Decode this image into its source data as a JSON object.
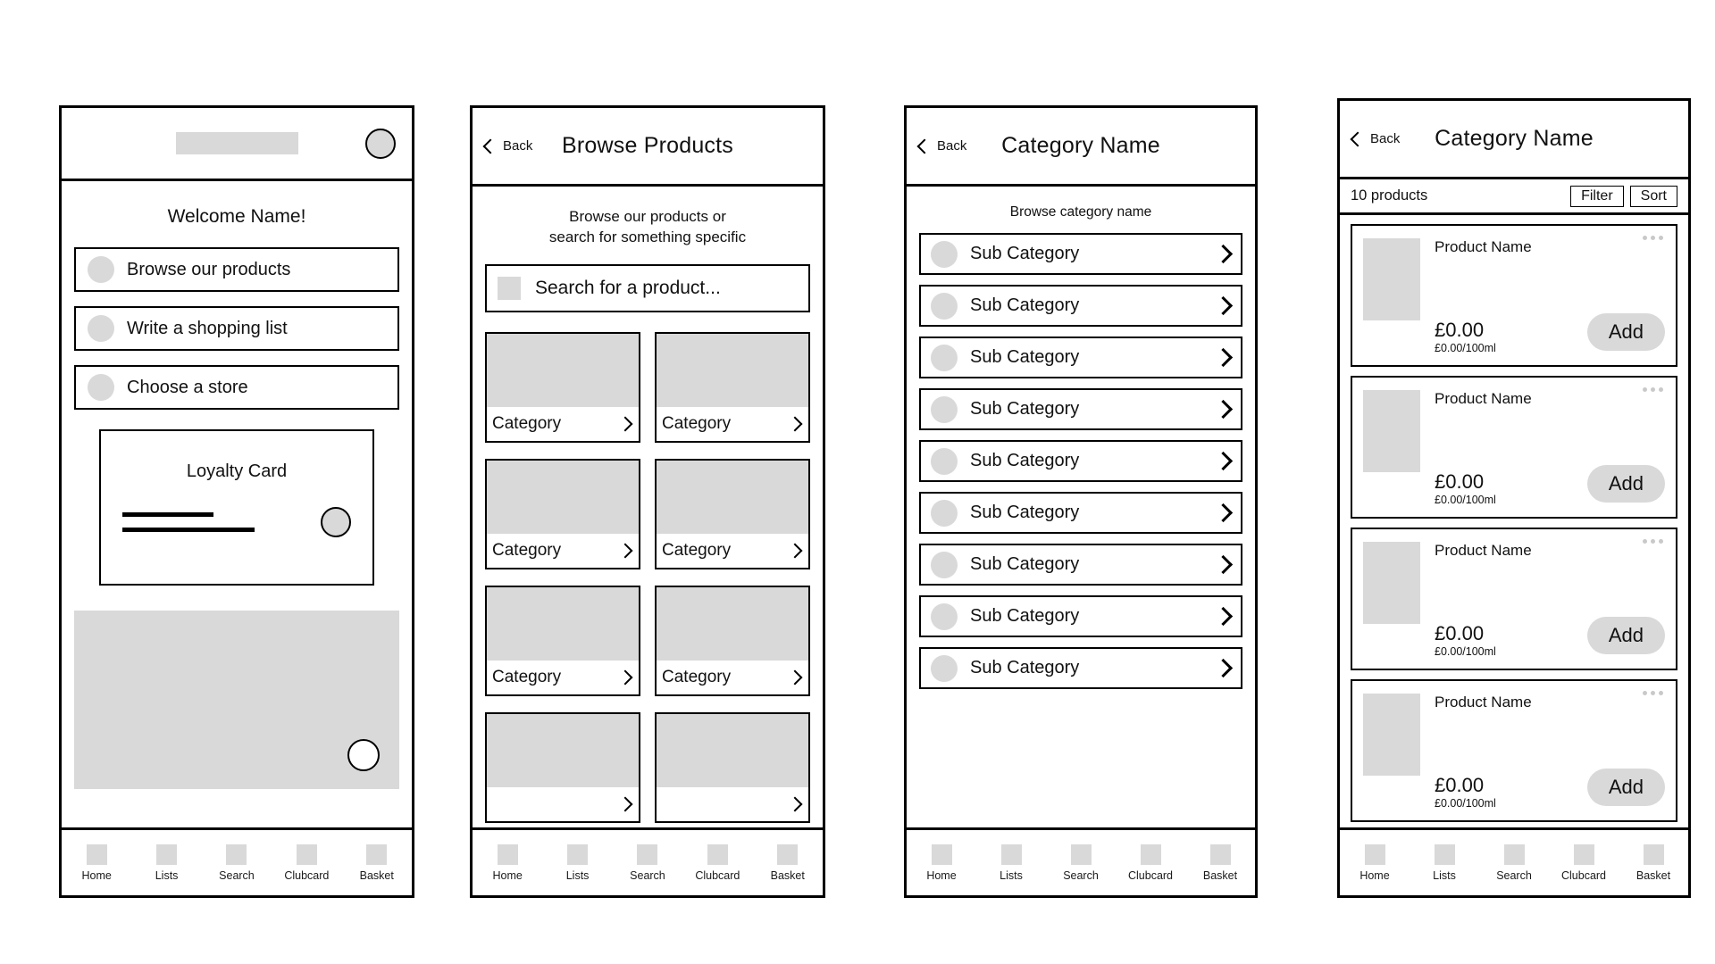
{
  "nav": {
    "items": [
      {
        "label": "Home",
        "icon": "home-icon"
      },
      {
        "label": "Lists",
        "icon": "lists-icon"
      },
      {
        "label": "Search",
        "icon": "search-icon"
      },
      {
        "label": "Clubcard",
        "icon": "clubcard-icon"
      },
      {
        "label": "Basket",
        "icon": "basket-icon"
      }
    ]
  },
  "screen1": {
    "logo_placeholder": "brand-logo-placeholder",
    "avatar_icon": "account-avatar-icon",
    "welcome": "Welcome Name!",
    "menu": [
      {
        "label": "Browse our products",
        "icon": "browse-icon"
      },
      {
        "label": "Write a shopping list",
        "icon": "list-icon"
      },
      {
        "label": "Choose a store",
        "icon": "store-icon"
      }
    ],
    "loyalty": {
      "title": "Loyalty Card",
      "circle_icon": "loyalty-circle-icon"
    },
    "promo": {
      "circle_icon": "promo-circle-icon"
    }
  },
  "screen2": {
    "back_label": "Back",
    "title": "Browse Products",
    "subtitle_line1": "Browse our products or",
    "subtitle_line2": "search for something specific",
    "search": {
      "placeholder": "Search for a product...",
      "icon": "search-icon"
    },
    "tiles": [
      {
        "label": "Category"
      },
      {
        "label": "Category"
      },
      {
        "label": "Category"
      },
      {
        "label": "Category"
      },
      {
        "label": "Category"
      },
      {
        "label": "Category"
      },
      {
        "label": ""
      },
      {
        "label": ""
      }
    ]
  },
  "screen3": {
    "back_label": "Back",
    "title": "Category Name",
    "subtitle": "Browse category name",
    "subcategories": [
      {
        "label": "Sub Category"
      },
      {
        "label": "Sub Category"
      },
      {
        "label": "Sub Category"
      },
      {
        "label": "Sub Category"
      },
      {
        "label": "Sub Category"
      },
      {
        "label": "Sub Category"
      },
      {
        "label": "Sub Category"
      },
      {
        "label": "Sub Category"
      },
      {
        "label": "Sub Category"
      }
    ]
  },
  "screen4": {
    "back_label": "Back",
    "title": "Category Name",
    "product_count": "10 products",
    "filter_label": "Filter",
    "sort_label": "Sort",
    "add_label": "Add",
    "products": [
      {
        "name": "Product Name",
        "price": "£0.00",
        "unit_price": "£0.00/100ml"
      },
      {
        "name": "Product Name",
        "price": "£0.00",
        "unit_price": "£0.00/100ml"
      },
      {
        "name": "Product Name",
        "price": "£0.00",
        "unit_price": "£0.00/100ml"
      },
      {
        "name": "Product Name",
        "price": "£0.00",
        "unit_price": "£0.00/100ml"
      }
    ]
  },
  "colors": {
    "placeholder_grey": "#d9d9d9",
    "outline": "#000000",
    "background": "#ffffff"
  }
}
